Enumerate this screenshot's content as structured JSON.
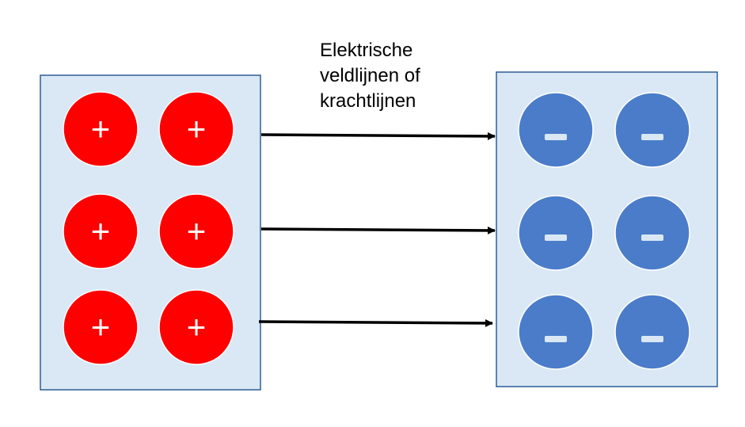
{
  "caption": {
    "lines": [
      "Elektrische",
      "veldlijnen of",
      "krachtlijnen"
    ]
  },
  "plates": {
    "fill": "#dae8f5",
    "border": "#2e5f97"
  },
  "positive": {
    "symbol": "+",
    "fill": "#ff0000",
    "count": 6
  },
  "negative": {
    "symbol": "−",
    "fill": "#4a7cc9",
    "count": 6
  },
  "field_lines": {
    "count": 3,
    "color": "#000000"
  }
}
